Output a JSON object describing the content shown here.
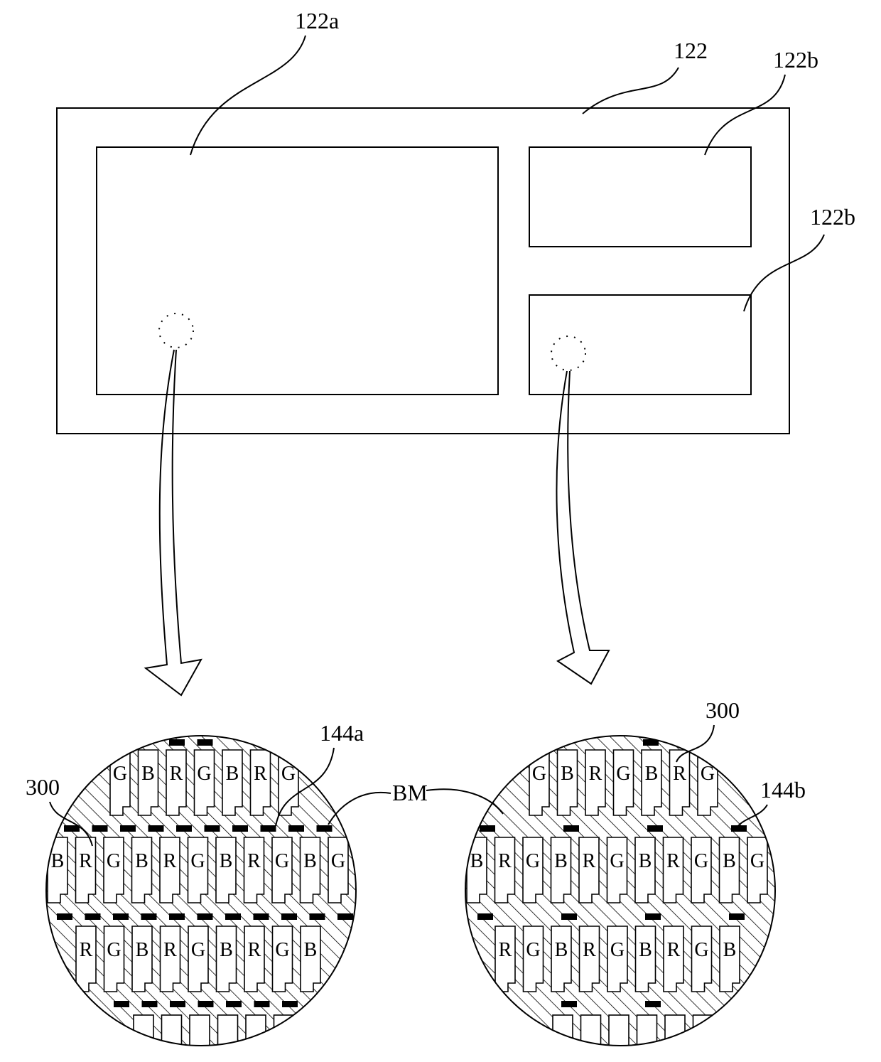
{
  "labels": {
    "panel": "122",
    "region_main": "122a",
    "region_sub_top": "122b",
    "region_sub_bottom": "122b",
    "left_spacer": "300",
    "left_tft": "144a",
    "black_matrix": "BM",
    "right_spacer": "300",
    "right_tft": "144b"
  },
  "left_detail": {
    "rows": [
      [
        "G",
        "B",
        "R",
        "G",
        "B",
        "R",
        "G"
      ],
      [
        "B",
        "R",
        "G",
        "B",
        "R",
        "G",
        "B",
        "R",
        "G",
        "B",
        "G"
      ],
      [
        "R",
        "G",
        "B",
        "R",
        "G",
        "B",
        "R",
        "G",
        "B"
      ]
    ]
  },
  "right_detail": {
    "rows": [
      [
        "G",
        "B",
        "R",
        "G",
        "B",
        "R",
        "G"
      ],
      [
        "B",
        "R",
        "G",
        "B",
        "R",
        "G",
        "B",
        "R",
        "G",
        "B",
        "G"
      ],
      [
        "R",
        "G",
        "B",
        "R",
        "G",
        "B",
        "R",
        "G",
        "B"
      ]
    ]
  }
}
